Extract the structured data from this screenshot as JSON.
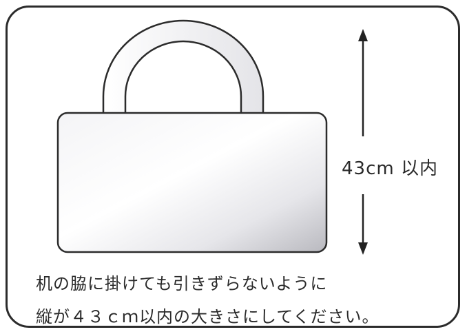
{
  "colors": {
    "outline": "#2b2b2b",
    "bag_fill_light": "#ffffff",
    "bag_fill_dark": "#b9b9bf",
    "handle_fill": "#eeeef1",
    "arrow": "#222222"
  },
  "illustration": {
    "height_label": "43cm 以内"
  },
  "caption": {
    "line_1": "机の脇に掛けても引きずらないように",
    "line_2": "縦が４３ｃｍ以内の大きさにしてください。"
  }
}
